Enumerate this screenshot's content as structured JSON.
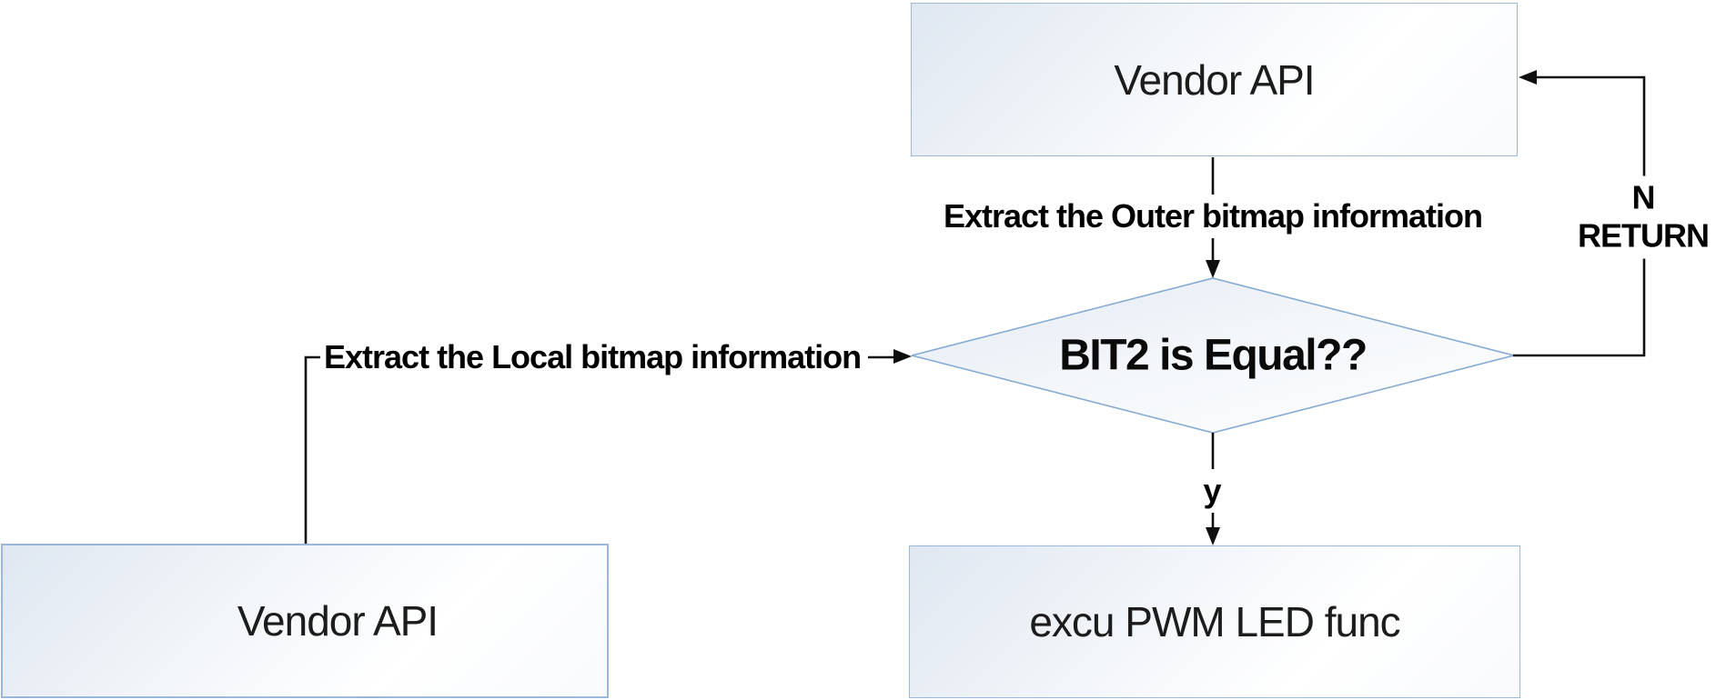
{
  "diagram": {
    "background": "#ffffff",
    "nodes": {
      "vendor_api_top": {
        "label": "Vendor API",
        "type": "process"
      },
      "decision": {
        "label": "BIT2 is Equal??",
        "type": "decision"
      },
      "vendor_api_left": {
        "label": "Vendor API",
        "type": "process"
      },
      "excu_pwm_led": {
        "label": "excu PWM LED func",
        "type": "process"
      }
    },
    "edges": {
      "outer": {
        "from": "vendor_api_top",
        "to": "decision",
        "label": "Extract the Outer bitmap information"
      },
      "local": {
        "from": "vendor_api_left",
        "to": "decision",
        "label": "Extract the Local bitmap information"
      },
      "no": {
        "from": "decision",
        "to": "vendor_api_top",
        "label_line1": "N",
        "label_line2": "RETURN"
      },
      "yes": {
        "from": "decision",
        "to": "excu_pwm_led",
        "label": "y"
      }
    },
    "colors": {
      "shape_border": "#9cb8d9",
      "diamond_border": "#85aad4",
      "shape_fill_start": "#dfe7f1",
      "shape_fill_end": "#ffffff",
      "connector": "#0f0f0f",
      "node_text": "#1c1c1c",
      "edge_label_text": "#000000"
    }
  }
}
